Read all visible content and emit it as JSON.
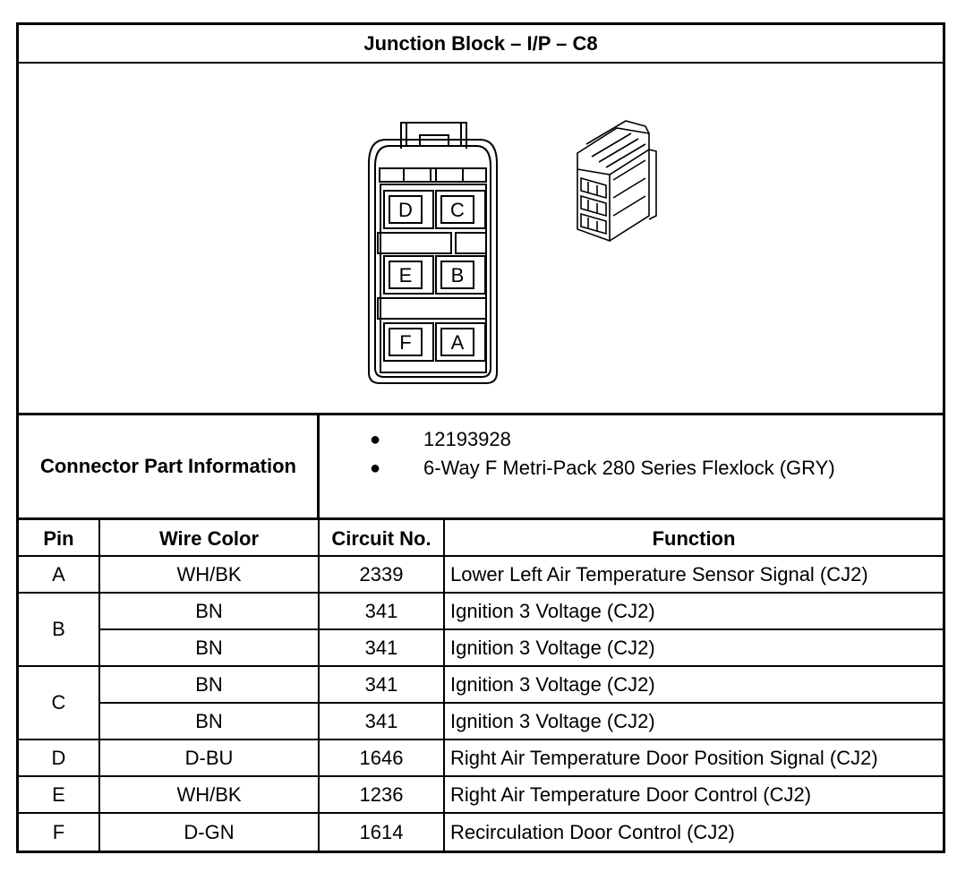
{
  "title": "Junction Block – I/P – C8",
  "connector_view": {
    "pins": {
      "top_left": "D",
      "top_right": "C",
      "mid_left": "E",
      "mid_right": "B",
      "bottom_left": "F",
      "bottom_right": "A"
    },
    "housing_icon": "connector-face-icon",
    "iso_icon": "connector-isometric-icon"
  },
  "connector_info": {
    "label": "Connector Part Information",
    "items": [
      "12193928",
      "6-Way F Metri-Pack 280 Series Flexlock (GRY)"
    ]
  },
  "table": {
    "headers": {
      "pin": "Pin",
      "wire_color": "Wire Color",
      "circuit": "Circuit No.",
      "function": "Function"
    },
    "pins": [
      "A",
      "B",
      "C",
      "D",
      "E",
      "F"
    ],
    "rows": [
      {
        "wire_color": "WH/BK",
        "circuit": "2339",
        "function": "Lower Left Air Temperature Sensor Signal (CJ2)"
      },
      {
        "wire_color": "BN",
        "circuit": "341",
        "function": "Ignition 3 Voltage (CJ2)"
      },
      {
        "wire_color": "BN",
        "circuit": "341",
        "function": "Ignition 3 Voltage (CJ2)"
      },
      {
        "wire_color": "BN",
        "circuit": "341",
        "function": "Ignition 3 Voltage (CJ2)"
      },
      {
        "wire_color": "BN",
        "circuit": "341",
        "function": "Ignition 3 Voltage (CJ2)"
      },
      {
        "wire_color": "D-BU",
        "circuit": "1646",
        "function": "Right Air Temperature Door Position Signal (CJ2)"
      },
      {
        "wire_color": "WH/BK",
        "circuit": "1236",
        "function": "Right Air Temperature Door Control (CJ2)"
      },
      {
        "wire_color": "D-GN",
        "circuit": "1614",
        "function": "Recirculation Door Control (CJ2)"
      }
    ]
  }
}
